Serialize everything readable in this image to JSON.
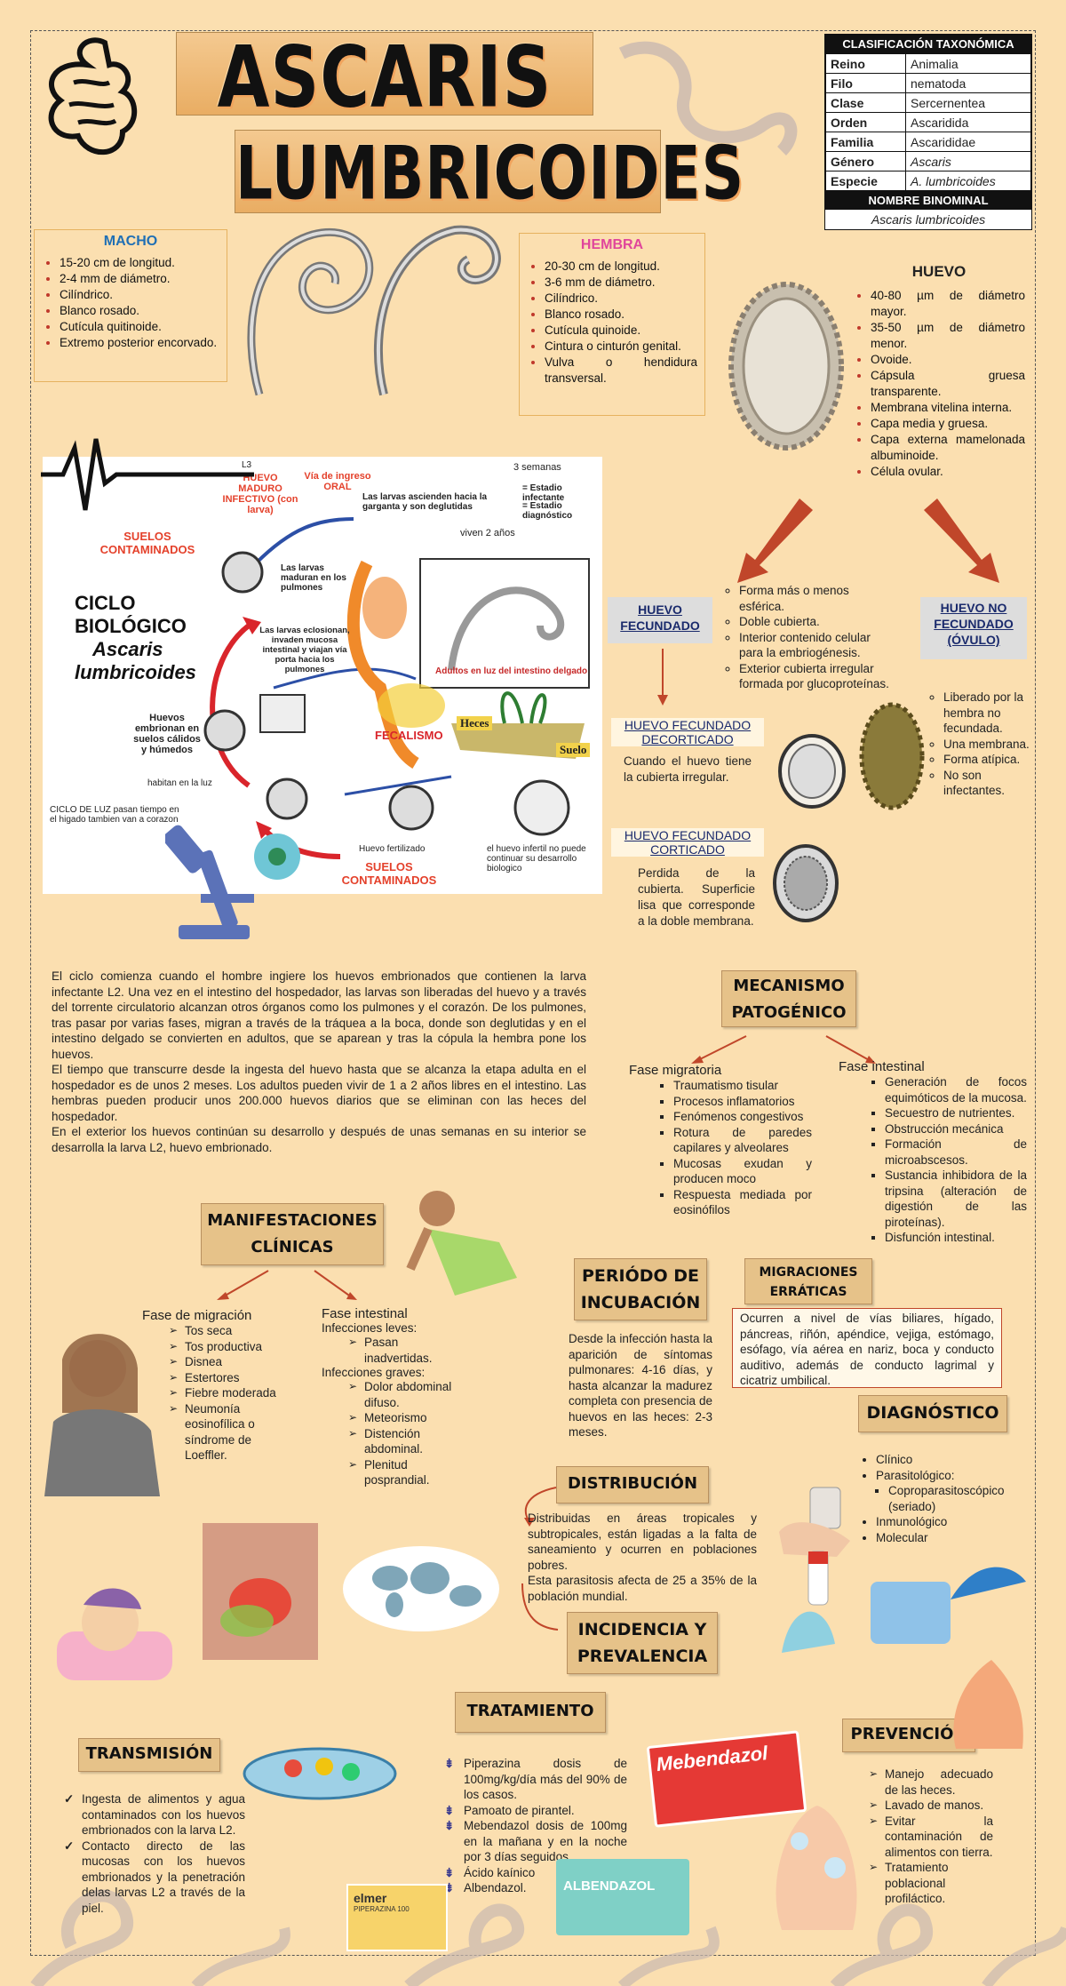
{
  "title": {
    "line1": "ASCARIS",
    "line2": "LUMBRICOIDES"
  },
  "taxonomy": {
    "heading": "CLASIFICACIÓN TAXONÓMICA",
    "rows": [
      {
        "k": "Reino",
        "v": "Animalia"
      },
      {
        "k": "Filo",
        "v": "nematoda"
      },
      {
        "k": "Clase",
        "v": "Sercernentea"
      },
      {
        "k": "Orden",
        "v": "Ascaridida"
      },
      {
        "k": "Familia",
        "v": "Ascarididae"
      },
      {
        "k": "Género",
        "v": "Ascaris"
      },
      {
        "k": "Especie",
        "v": "A. lumbricoides"
      }
    ],
    "binomial_heading": "NOMBRE BINOMINAL",
    "binomial": "Ascaris lumbricoides"
  },
  "macho": {
    "title": "MACHO",
    "items": [
      "15-20 cm de longitud.",
      "2-4 mm de diámetro.",
      "Cilíndrico.",
      "Blanco rosado.",
      "Cutícula quitinoide.",
      "Extremo posterior encorvado."
    ]
  },
  "hembra": {
    "title": "HEMBRA",
    "items": [
      "20-30 cm de longitud.",
      "3-6 mm de diámetro.",
      "Cilíndrico.",
      "Blanco rosado.",
      "Cutícula quinoide.",
      "Cintura o cinturón genital.",
      "Vulva o hendidura transversal."
    ]
  },
  "huevo": {
    "title": "HUEVO",
    "items": [
      "40-80 µm de diámetro mayor.",
      "35-50 µm de diámetro menor.",
      "Ovoide.",
      "Cápsula gruesa transparente.",
      "Membrana vitelina interna.",
      "Capa media y gruesa.",
      "Capa externa mamelonada albuminoide.",
      "Célula ovular."
    ]
  },
  "huevo_fecundado": {
    "title": "HUEVO FECUNDADO",
    "items": [
      "Forma más o menos esférica.",
      "Doble cubierta.",
      "Interior contenido celular para la embriogénesis.",
      "Exterior cubierta irregular formada por glucoproteínas."
    ]
  },
  "huevo_no_fecundado": {
    "title": "HUEVO NO FECUNDADO (ÓVULO)",
    "items": [
      "Liberado por la hembra no fecundada.",
      "Una membrana.",
      "Forma atípica.",
      "No son infectantes."
    ]
  },
  "decorticado": {
    "title": "HUEVO FECUNDADO DECORTICADO",
    "text": "Cuando el huevo tiene la cubierta irregular."
  },
  "corticado": {
    "title": "HUEVO FECUNDADO CORTICADO",
    "text": "Perdida de la cubierta. Superficie lisa que corresponde a la doble membrana."
  },
  "ciclo": {
    "title1": "CICLO",
    "title2": "BIOLÓGICO",
    "title3": "Ascaris",
    "title4": "lumbricoides",
    "suelos1": "SUELOS CONTAMINADOS",
    "suelos2": "SUELOS CONTAMINADOS",
    "l3": "L3",
    "maduro": "HUEVO MADURO INFECTIVO (con larva)",
    "via": "Vía de ingreso ORAL",
    "semanas": "3 semanas",
    "infectante": "= Estadio infectante",
    "diagnostico": "= Estadio diagnóstico",
    "ascienden": "Las larvas ascienden hacia la garganta y son deglutidas",
    "maduran": "Las larvas maduran en los pulmones",
    "eclosionan": "Las larvas eclosionan, invaden mucosa intestinal y viajan vía porta hacia los pulmones",
    "viven": "viven 2 años",
    "adultos": "Adultos en luz del intestino delgado",
    "embrionan": "Huevos embrionan en suelos cálidos y húmedos",
    "habitan": "habitan en la luz",
    "fecalismo": "FECALISMO",
    "heces": "Heces",
    "suelo": "Suelo",
    "fertilizado": "Huevo fertilizado",
    "infertil": "el huevo infertil no puede continuar su desarrollo biologico",
    "luz": "CICLO DE LUZ pasan tiempo en el higado tambien van a corazon"
  },
  "ciclo_text": "El ciclo comienza cuando el hombre ingiere los huevos embrionados que contienen la larva infectante L2. Una vez en el intestino del hospedador, las larvas son liberadas del huevo y a través del torrente circulatorio alcanzan otros órganos como los pulmones y el corazón. De los pulmones, tras pasar por varias fases, migran a través de la tráquea a la boca, donde son deglutidas y en el intestino delgado se convierten en adultos, que se aparean y tras la cópula la hembra pone los huevos.",
  "ciclo_text2": "El tiempo que transcurre desde la ingesta del huevo hasta que se alcanza la etapa adulta en el hospedador es de unos 2 meses. Los adultos pueden vivir de 1 a 2 años libres en el intestino. Las hembras pueden producir unos 200.000 huevos diarios que se eliminan con las heces del hospedador.",
  "ciclo_text3": "En el exterior los huevos continúan su desarrollo y después de unas semanas en su interior se desarrolla la larva L2, huevo embrionado.",
  "mecanismo": {
    "title": "MECANISMO PATOGÉNICO",
    "migratoria_title": "Fase migratoria",
    "migratoria": [
      "Traumatismo tisular",
      "Procesos inflamatorios",
      "Fenómenos congestivos",
      "Rotura de paredes capilares y alveolares",
      "Mucosas exudan y producen moco",
      "Respuesta mediada por eosinófilos"
    ],
    "intestinal_title": "Fase intestinal",
    "intestinal": [
      "Generación de focos equimóticos de la mucosa.",
      "Secuestro de nutrientes.",
      "Obstrucción mecánica",
      "Formación de microabscesos.",
      "Sustancia inhibidora de la tripsina (alteración de digestión de las piroteínas).",
      "Disfunción intestinal."
    ]
  },
  "manifestaciones": {
    "title": "MANIFESTACIONES CLÍNICAS",
    "migracion_title": "Fase de migración",
    "migracion": [
      "Tos seca",
      "Tos productiva",
      "Disnea",
      "Estertores",
      "Fiebre moderada",
      "Neumonía eosinofílica o síndrome de Loeffler."
    ],
    "intestinal_title": "Fase intestinal",
    "leves_title": "Infecciones leves:",
    "leves": [
      "Pasan inadvertidas."
    ],
    "graves_title": "Infecciones graves:",
    "graves": [
      "Dolor abdominal difuso.",
      "Meteorismo",
      "Distención abdominal.",
      "Plenitud posprandial."
    ]
  },
  "incubacion": {
    "title": "PERIÓDO DE INCUBACIÓN",
    "text": "Desde la infección hasta la aparición de síntomas pulmonares: 4-16 días, y hasta alcanzar la madurez completa con presencia de huevos en las heces: 2-3 meses."
  },
  "migraciones": {
    "title": "MIGRACIONES ERRÁTICAS",
    "text": "Ocurren a nivel de vías biliares, hígado, páncreas, riñón, apéndice, vejiga, estómago, esófago, vía aérea en nariz, boca y conducto auditivo, además de conducto lagrimal y cicatriz umbilical."
  },
  "diagnostico": {
    "title": "DIAGNÓSTICO",
    "items": [
      "Clínico",
      "Parasitológico:",
      "Inmunológico",
      "Molecular"
    ],
    "sub": [
      "Coproparasitoscópico (seriado)"
    ]
  },
  "distribucion": {
    "title": "DISTRIBUCIÓN",
    "text": "Distribuidas en áreas tropicales y subtropicales, están ligadas a la falta de saneamiento y ocurren en poblaciones pobres.",
    "text2": "Esta parasitosis afecta de 25 a 35% de la población mundial."
  },
  "incidencia": {
    "title": "INCIDENCIA Y PREVALENCIA"
  },
  "tratamiento": {
    "title": "TRATAMIENTO",
    "items": [
      "Piperazina dosis de 100mg/kg/día más del 90% de los casos.",
      "Pamoato de pirantel.",
      "Mebendazol dosis de 100mg en la mañana y en la noche por 3 días seguidos.",
      "Ácido kaínico",
      "Albendazol."
    ],
    "box1": "Mebendazol",
    "box2": "ALBENDAZOL",
    "box3": "elmer",
    "box3b": "PIPERAZINA 100"
  },
  "transmision": {
    "title": "TRANSMISIÓN",
    "items": [
      "Ingesta de alimentos y agua contaminados con los huevos embrionados con la larva L2.",
      "Contacto directo de las mucosas con los huevos embrionados y la penetración delas larvas L2 a través de la piel."
    ]
  },
  "prevencion": {
    "title": "PREVENCIÓN",
    "items": [
      "Manejo adecuado de las heces.",
      "Lavado de manos.",
      "Evitar la contaminación de alimentos con tierra.",
      "Tratamiento poblacional profiláctico."
    ]
  },
  "colors": {
    "bg": "#fbdfb0",
    "macho": "#1f6fb5",
    "hembra": "#e0459b",
    "arrow": "#c0462a"
  }
}
